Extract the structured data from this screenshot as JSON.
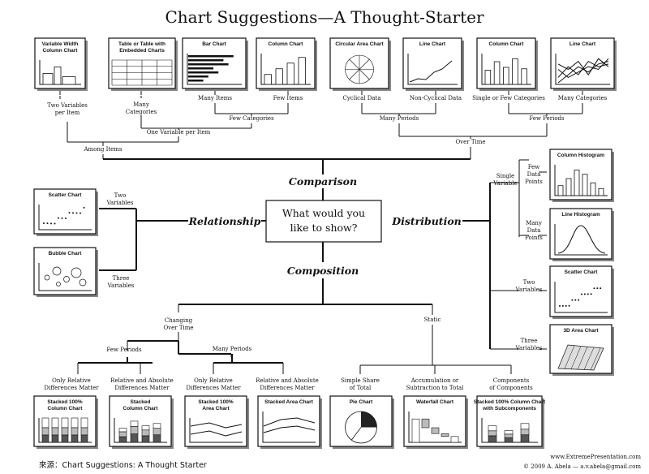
{
  "title": "Chart Suggestions—A Thought-Starter",
  "question": [
    "What would you",
    "like to show?"
  ],
  "branches": {
    "comparison": "Comparison",
    "relationship": "Relationship",
    "distribution": "Distribution",
    "composition": "Composition"
  },
  "cards": {
    "variable_width_column": [
      "Variable Width",
      "Column Chart"
    ],
    "table_embedded": [
      "Table or Table with",
      "Embedded Charts"
    ],
    "bar_chart": [
      "Bar Chart"
    ],
    "column_chart_many": [
      "Column Chart"
    ],
    "circular_area": [
      "Circular Area Chart"
    ],
    "line_chart_noncyclical": [
      "Line Chart"
    ],
    "column_chart_few": [
      "Column Chart"
    ],
    "line_chart_many": [
      "Line Chart"
    ],
    "scatter_relationship": [
      "Scatter Chart"
    ],
    "bubble_chart": [
      "Bubble Chart"
    ],
    "column_histogram": [
      "Column Histogram"
    ],
    "line_histogram": [
      "Line Histogram"
    ],
    "scatter_distribution": [
      "Scatter Chart"
    ],
    "area_3d": [
      "3D Area Chart"
    ],
    "stacked_100_column": [
      "Stacked 100%",
      "Column Chart"
    ],
    "stacked_column": [
      "Stacked",
      "Column Chart"
    ],
    "stacked_100_area": [
      "Stacked 100%",
      "Area Chart"
    ],
    "stacked_area": [
      "Stacked Area Chart"
    ],
    "pie_chart": [
      "Pie Chart"
    ],
    "waterfall_chart": [
      "Waterfall Chart"
    ],
    "stacked_100_subcomponents": [
      "Stacked 100% Column Chart",
      "with Subcomponents"
    ]
  },
  "labels": {
    "two_variables_per_item": [
      "Two Variables",
      "per Item"
    ],
    "many_categories": [
      "Many",
      "Categories"
    ],
    "many_items": [
      "Many Items"
    ],
    "few_items": [
      "Few Items"
    ],
    "cyclical_data": [
      "Cyclical Data"
    ],
    "non_cyclical_data": [
      "Non-Cyclical Data"
    ],
    "single_or_few_categories": [
      "Single or Few Categories"
    ],
    "many_categories_top": [
      "Many Categories"
    ],
    "few_categories": [
      "Few Categories"
    ],
    "many_periods_top": [
      "Many Periods"
    ],
    "few_periods_top": [
      "Few Periods"
    ],
    "one_variable_per_item": [
      "One Variable per Item"
    ],
    "among_items": [
      "Among Items"
    ],
    "over_time": [
      "Over Time"
    ],
    "two_variables_rel": [
      "Two",
      "Variables"
    ],
    "three_variables_rel": [
      "Three",
      "Variables"
    ],
    "single_variable": [
      "Single",
      "Variable"
    ],
    "few_data_points": [
      "Few",
      "Data",
      "Points"
    ],
    "many_data_points": [
      "Many",
      "Data",
      "Points"
    ],
    "two_variables_dist": [
      "Two",
      "Variables"
    ],
    "three_variables_dist": [
      "Three",
      "Variables"
    ],
    "changing_over_time": [
      "Changing",
      "Over Time"
    ],
    "static": [
      "Static"
    ],
    "few_periods_comp": [
      "Few Periods"
    ],
    "many_periods_comp": [
      "Many Periods"
    ],
    "only_relative_1": [
      "Only Relative",
      "Differences Matter"
    ],
    "relative_absolute_1": [
      "Relative and Absolute",
      "Differences Matter"
    ],
    "only_relative_2": [
      "Only Relative",
      "Differences Matter"
    ],
    "relative_absolute_2": [
      "Relative and Absolute",
      "Differences Matter"
    ],
    "simple_share": [
      "Simple Share",
      "of Total"
    ],
    "accumulation": [
      "Accumulation or",
      "Subtraction to Total"
    ],
    "components": [
      "Components",
      "of Components"
    ]
  },
  "footer": {
    "site": "www.ExtremePresentation.com",
    "copyright": "© 2009  A. Abela — a.v.abela@gmail.com"
  },
  "caption": "來源：Chart Suggestions: A Thought Starter"
}
